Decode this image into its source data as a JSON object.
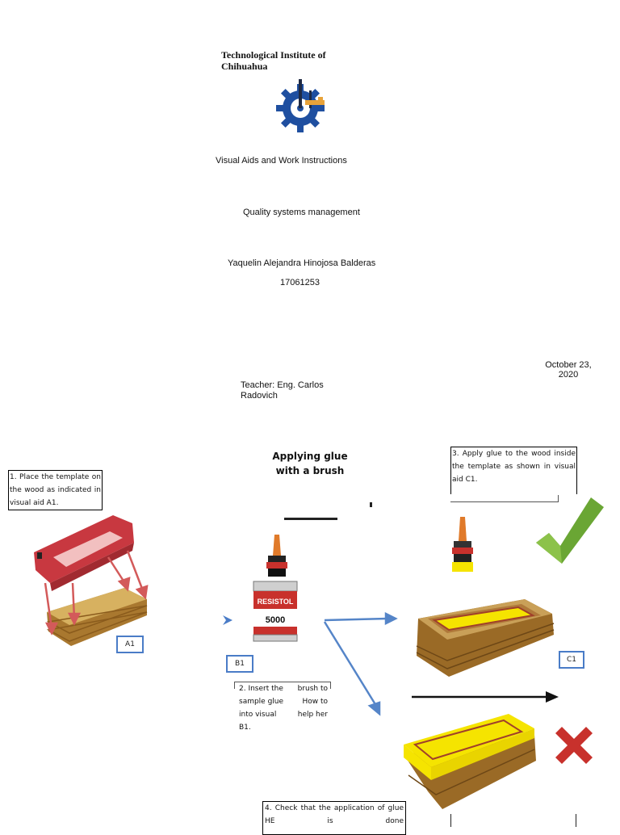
{
  "cover": {
    "institute": "Technological Institute of Chihuahua",
    "doc_title": "Visual Aids and Work Instructions",
    "subject": "Quality systems management",
    "author": "Yaquelin Alejandra Hinojosa Balderas",
    "student_id": "17061253",
    "date": "October 23, 2020",
    "teacher": "Teacher: Eng. Carlos Radovich"
  },
  "diagram": {
    "title": "Applying glue with a brush",
    "step1": "1. Place the template on the wood as indicated in visual aid A1.",
    "step2_col1": "2. Insert the sample glue into visual B1.",
    "step2_col2": "brush to How to help her",
    "step3": "3. Apply glue to the wood inside the template as shown in visual aid C1.",
    "step4": "4. Check that the application of glue HE is done",
    "label_a1": "A1",
    "label_b1": "B1",
    "label_c1": "C1",
    "can_brand": "RESISTOL",
    "can_number": "5000",
    "colors": {
      "accent_blue": "#4a7cc7",
      "glue_yellow": "#f5e400",
      "ok_green": "#6aa634",
      "bad_red": "#c8312c",
      "template_red": "#c83840",
      "wood": "#b8893c"
    }
  }
}
